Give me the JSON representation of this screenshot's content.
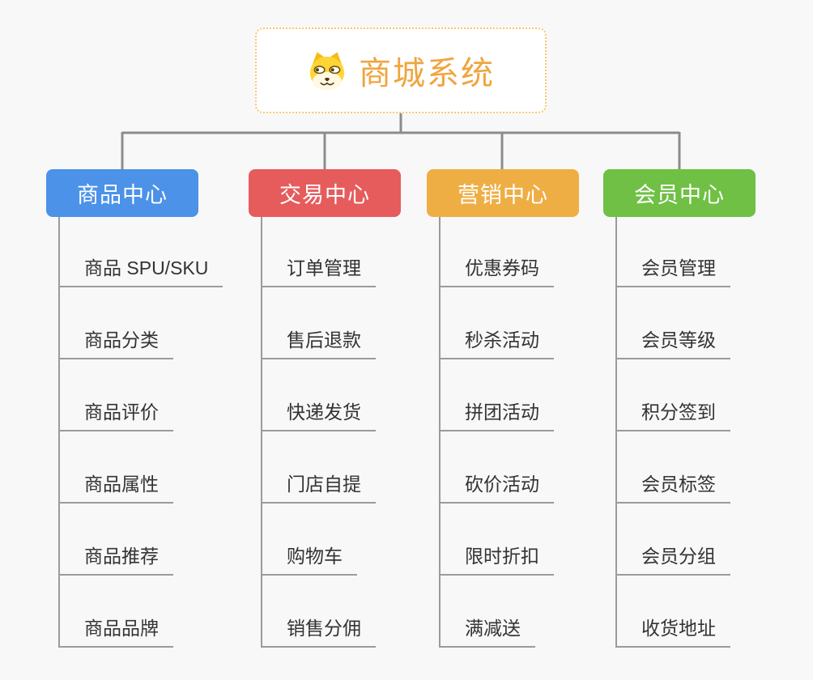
{
  "root": {
    "title": "商城系统",
    "title_color": "#f0a53e",
    "border_color": "#f6c76f",
    "icon": "doge-icon"
  },
  "colors": {
    "background": "#f8f8f8",
    "top_connector": "#8c8c8c",
    "branch_line": "#9b9b9b",
    "child_text": "#333333"
  },
  "branches": [
    {
      "label": "商品中心",
      "color": "#4b92e8",
      "children": [
        "商品 SPU/SKU",
        "商品分类",
        "商品评价",
        "商品属性",
        "商品推荐",
        "商品品牌"
      ]
    },
    {
      "label": "交易中心",
      "color": "#e65c5c",
      "children": [
        "订单管理",
        "售后退款",
        "快递发货",
        "门店自提",
        "购物车",
        "销售分佣"
      ]
    },
    {
      "label": "营销中心",
      "color": "#efae44",
      "children": [
        "优惠券码",
        "秒杀活动",
        "拼团活动",
        "砍价活动",
        "限时折扣",
        "满减送"
      ]
    },
    {
      "label": "会员中心",
      "color": "#6fc044",
      "children": [
        "会员管理",
        "会员等级",
        "积分签到",
        "会员标签",
        "会员分组",
        "收货地址"
      ]
    }
  ]
}
